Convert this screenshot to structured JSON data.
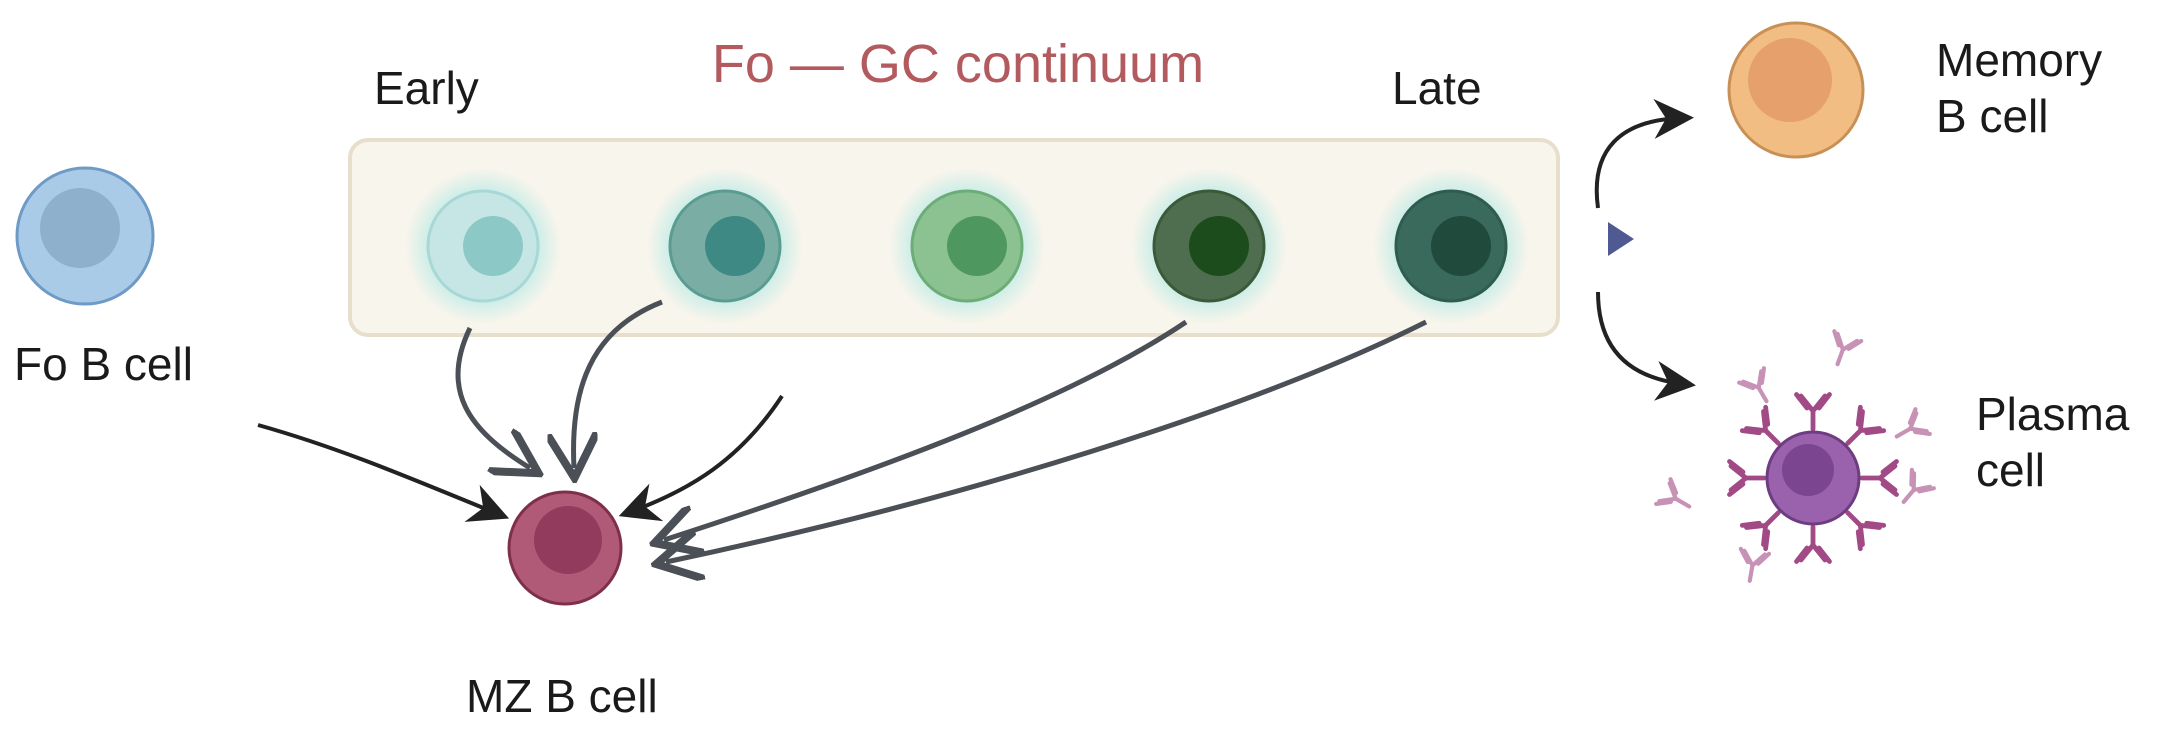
{
  "diagram": {
    "title": "Fo — GC continuum",
    "early_label": "Early",
    "late_label": "Late",
    "fo_b_cell": "Fo B cell",
    "mz_b_cell": "MZ B cell",
    "memory_b_cell": [
      "Memory",
      "B cell"
    ],
    "plasma_cell": [
      "Plasma",
      "cell"
    ],
    "continuum_cells": [
      {
        "outer": "#c6e6e6",
        "inner": "#8cc8c6",
        "ring": "#a8d8d6"
      },
      {
        "outer": "#7aaea4",
        "inner": "#3e8984",
        "ring": "#5b9c92"
      },
      {
        "outer": "#8cc292",
        "inner": "#4e9860",
        "ring": "#6cad77"
      },
      {
        "outer": "#4f6e4f",
        "inner": "#1c4c1c",
        "ring": "#3a5a3a"
      },
      {
        "outer": "#3a6a5c",
        "inner": "#1f4a3c",
        "ring": "#2e5c4e"
      }
    ],
    "colors": {
      "fo_cell": "#a9cbe8",
      "fo_cell_inner": "#8fb0cc",
      "mz_cell": "#b05a78",
      "mz_cell_inner": "#933b5c",
      "memory_cell": "#f1bd82",
      "memory_cell_inner": "#e5a06b",
      "plasma_cell": "#9a62ac",
      "plasma_cell_inner": "#7b4590",
      "antibody": "#a14a86",
      "arrow_main": "#4f5a92",
      "arrow_gray": "#4b5057",
      "box_fill": "#f8f5ec",
      "box_stroke": "#e7dfcc",
      "title": "#b35a5e"
    }
  }
}
